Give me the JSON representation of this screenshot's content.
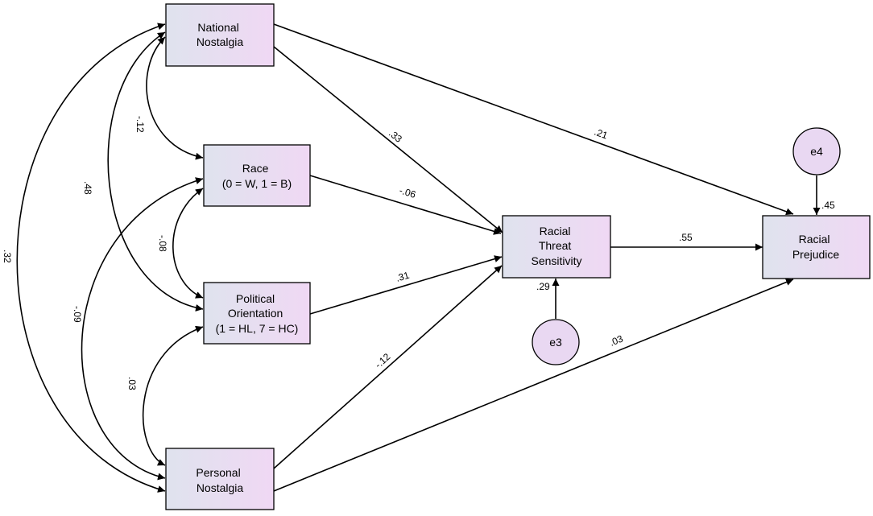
{
  "nodes": {
    "national_nostalgia": [
      "National",
      "Nostalgia"
    ],
    "race": [
      "Race",
      "(0 = W, 1 = B)"
    ],
    "political_orientation": [
      "Political",
      "Orientation",
      "(1 = HL, 7 = HC)"
    ],
    "personal_nostalgia": [
      "Personal",
      "Nostalgia"
    ],
    "racial_threat_sensitivity": [
      "Racial",
      "Threat",
      "Sensitivity"
    ],
    "racial_prejudice": [
      "Racial",
      "Prejudice"
    ],
    "e3": [
      "e3"
    ],
    "e4": [
      "e4"
    ]
  },
  "paths": {
    "national_to_threat": ".33",
    "national_to_prejudice": ".21",
    "race_to_threat": "-.06",
    "political_to_threat": ".31",
    "personal_to_threat": "-.12",
    "personal_to_prejudice": ".03",
    "threat_to_prejudice": ".55",
    "e3_r2": ".29",
    "e4_r2": ".45"
  },
  "covariances": {
    "national_race": "-.12",
    "national_political": ".48",
    "national_personal": ".32",
    "race_political": "-.08",
    "race_personal": "-.09",
    "political_personal": ".03"
  },
  "colors": {
    "box_fill_start": "#dfe3ee",
    "box_fill_end": "#f0d8f4",
    "error_fill": "#e9d8f2",
    "line": "#000000"
  }
}
